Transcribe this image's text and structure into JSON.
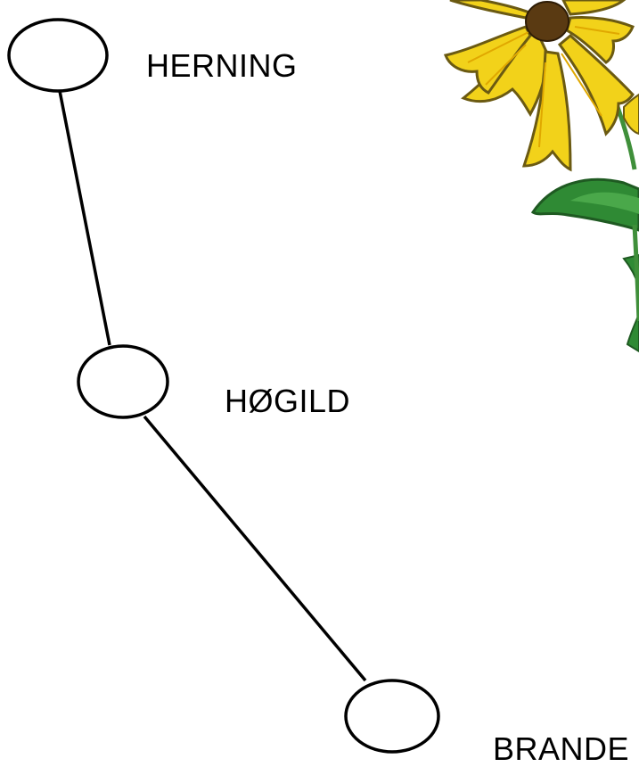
{
  "diagram": {
    "nodes": [
      {
        "id": "herning",
        "label": "HERNING"
      },
      {
        "id": "hogild",
        "label": "HØGILD"
      },
      {
        "id": "brande",
        "label": "BRANDE"
      }
    ],
    "edges": [
      {
        "from": "herning",
        "to": "hogild"
      },
      {
        "from": "hogild",
        "to": "brande"
      }
    ],
    "decoration": {
      "icon": "yellow-flower-illustration-icon",
      "colors": {
        "petal": "#f2d21a",
        "petal_outline": "#6b5a12",
        "center": "#5a3a12",
        "leaf": "#2f8a34",
        "leaf_dark": "#1f6a2a",
        "stem": "#3f8f3a"
      }
    },
    "colors": {
      "stroke": "#000000",
      "node_fill": "#ffffff",
      "background": "#ffffff"
    }
  }
}
